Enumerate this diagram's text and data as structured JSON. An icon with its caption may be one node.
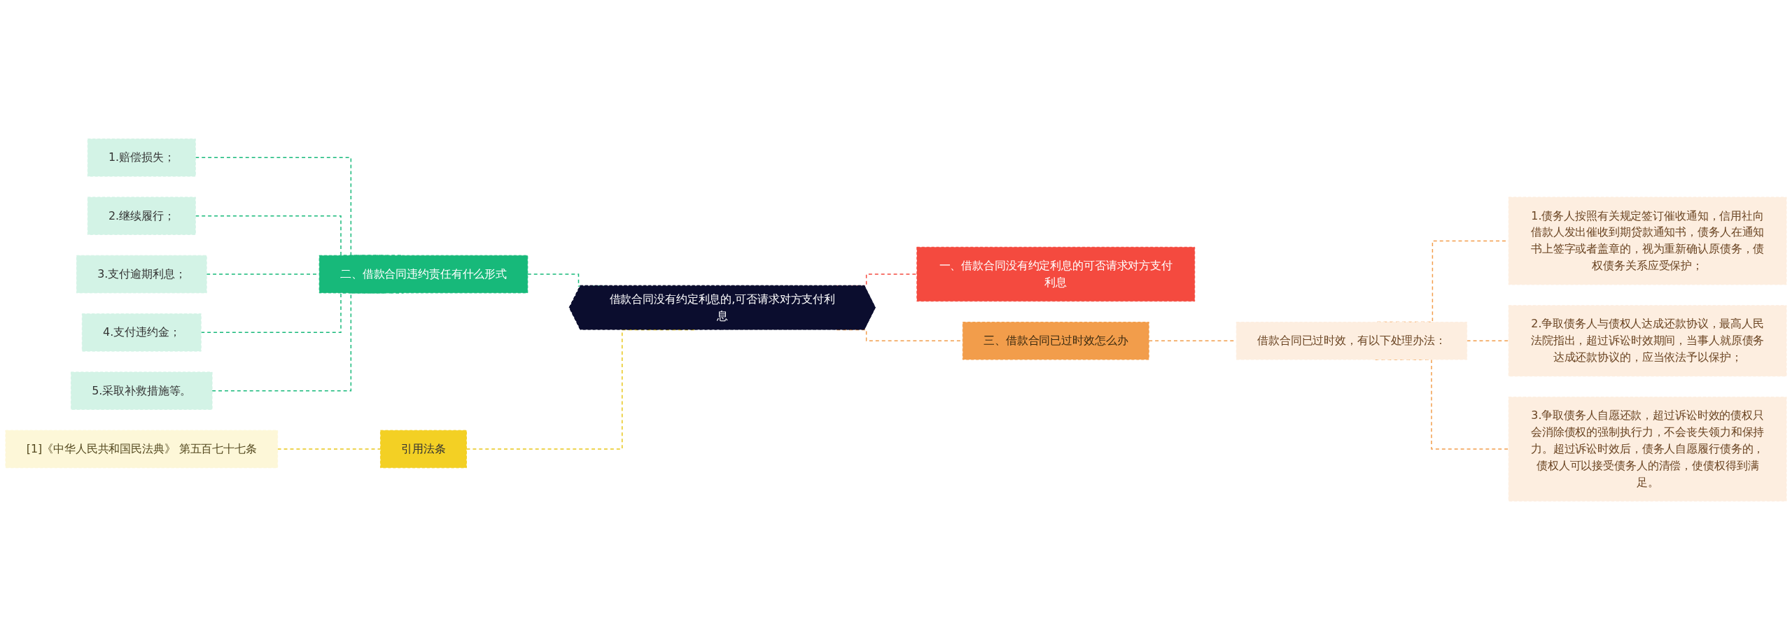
{
  "diagram": {
    "nodes": [
      {
        "text": [
          "借款合同没有约定利息的,可否请求对方支付利息"
        ]
      },
      {
        "text": [
          "一、借款合同没有约定利息的可否请求对方支付利息"
        ]
      },
      {
        "text": [
          "三、借款合同已过时效怎么办"
        ]
      },
      {
        "text": [
          "借款合同已过时效，有以下处理办法："
        ]
      },
      {
        "text": [
          "1.债务人按照有关规定签订催收通知，信用社向借款人发出催收到期贷款通知书，债务人在通知书上签字或者盖章的，视为重新确认原债务，债权债务关系应受保护；"
        ]
      },
      {
        "text": [
          "2.争取债务人与债权人达成还款协议，最高人民法院指出，超过诉讼时效期间，当事人就原债务达成还款协议的，应当依法予以保护；"
        ]
      },
      {
        "text": [
          "3.争取债务人自愿还款，超过诉讼时效的债权只会消除债权的强制执行力，不会丧失领力和保持力。超过诉讼时效后，债务人自愿履行债务的，债权人可以接受债务人的清偿，使债权得到满足。"
        ]
      },
      {
        "text": [
          "二、借款合同违约责任有什么形式"
        ]
      },
      {
        "text": [
          "1.赔偿损失；"
        ]
      },
      {
        "text": [
          "2.继续履行；"
        ]
      },
      {
        "text": [
          "3.支付逾期利息；"
        ]
      },
      {
        "text": [
          "4.支付违约金；"
        ]
      },
      {
        "text": [
          "5.采取补救措施等。"
        ]
      },
      {
        "text": [
          "引用法条"
        ]
      },
      {
        "text": [
          "[1]《中华人民共和国民法典》 第五百七十七条"
        ]
      }
    ],
    "edges": [
      {
        "from": 0,
        "to": 1,
        "arrow": "none",
        "style": "dashed",
        "color": "#f44a3f"
      },
      {
        "from": 0,
        "to": 2,
        "arrow": "none",
        "style": "dashed",
        "color": "#f29d4b"
      },
      {
        "from": 2,
        "to": 3,
        "arrow": "none",
        "style": "dashed",
        "color": "#f29d4b"
      },
      {
        "from": 3,
        "to": 4,
        "arrow": "none",
        "style": "dashed",
        "color": "#f29d4b"
      },
      {
        "from": 3,
        "to": 5,
        "arrow": "none",
        "style": "dashed",
        "color": "#f29d4b"
      },
      {
        "from": 3,
        "to": 6,
        "arrow": "none",
        "style": "dashed",
        "color": "#f29d4b"
      },
      {
        "from": 0,
        "to": 7,
        "arrow": "none",
        "style": "dashed",
        "color": "#17b97a"
      },
      {
        "from": 7,
        "to": 8,
        "arrow": "none",
        "style": "dashed",
        "color": "#17b97a"
      },
      {
        "from": 7,
        "to": 9,
        "arrow": "none",
        "style": "dashed",
        "color": "#17b97a"
      },
      {
        "from": 7,
        "to": 10,
        "arrow": "none",
        "style": "dashed",
        "color": "#17b97a"
      },
      {
        "from": 7,
        "to": 11,
        "arrow": "none",
        "style": "dashed",
        "color": "#17b97a"
      },
      {
        "from": 7,
        "to": 12,
        "arrow": "none",
        "style": "dashed",
        "color": "#17b97a"
      },
      {
        "from": 0,
        "to": 13,
        "arrow": "none",
        "style": "dashed",
        "color": "#e8c619"
      },
      {
        "from": 13,
        "to": 14,
        "arrow": "none",
        "style": "dashed",
        "color": "#e8c619"
      }
    ]
  }
}
